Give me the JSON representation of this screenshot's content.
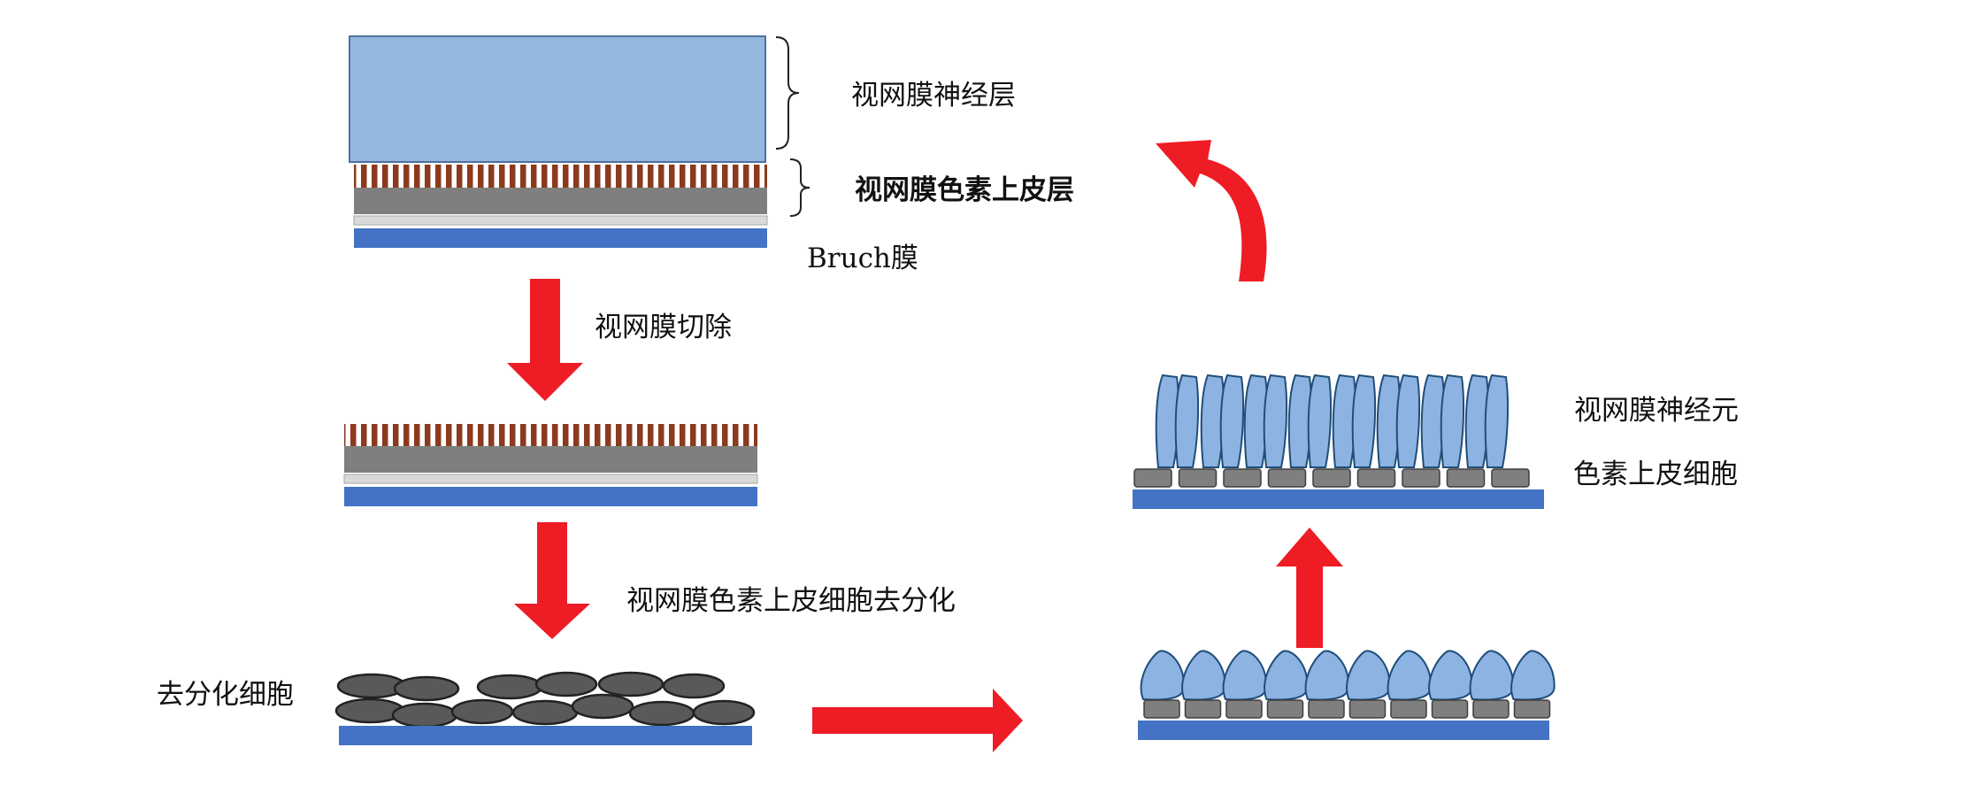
{
  "labels": {
    "neural_layer": "视网膜神经层",
    "rpe_layer": "视网膜色素上皮层",
    "bruch": "Bruch膜",
    "step_retinectomy": "视网膜切除",
    "step_dediff": "视网膜色素上皮细胞去分化",
    "dediff_cells": "去分化细胞",
    "neurons": "视网膜神经元",
    "epithelial_cells": "色素上皮细胞"
  },
  "colors": {
    "neural_blue": "#95b8df",
    "neuron_blue": "#8db3e2",
    "bruch_blue": "#4472c4",
    "rpe_gray": "#7f7f7f",
    "light_gray": "#d9d9d9",
    "microvilli_brown": "#8b3a1e",
    "dark_cell": "#595959",
    "arrow_red": "#ee1c24",
    "outline_blue": "#4f6f9f"
  },
  "icons": {
    "arrows": "red-arrow"
  }
}
